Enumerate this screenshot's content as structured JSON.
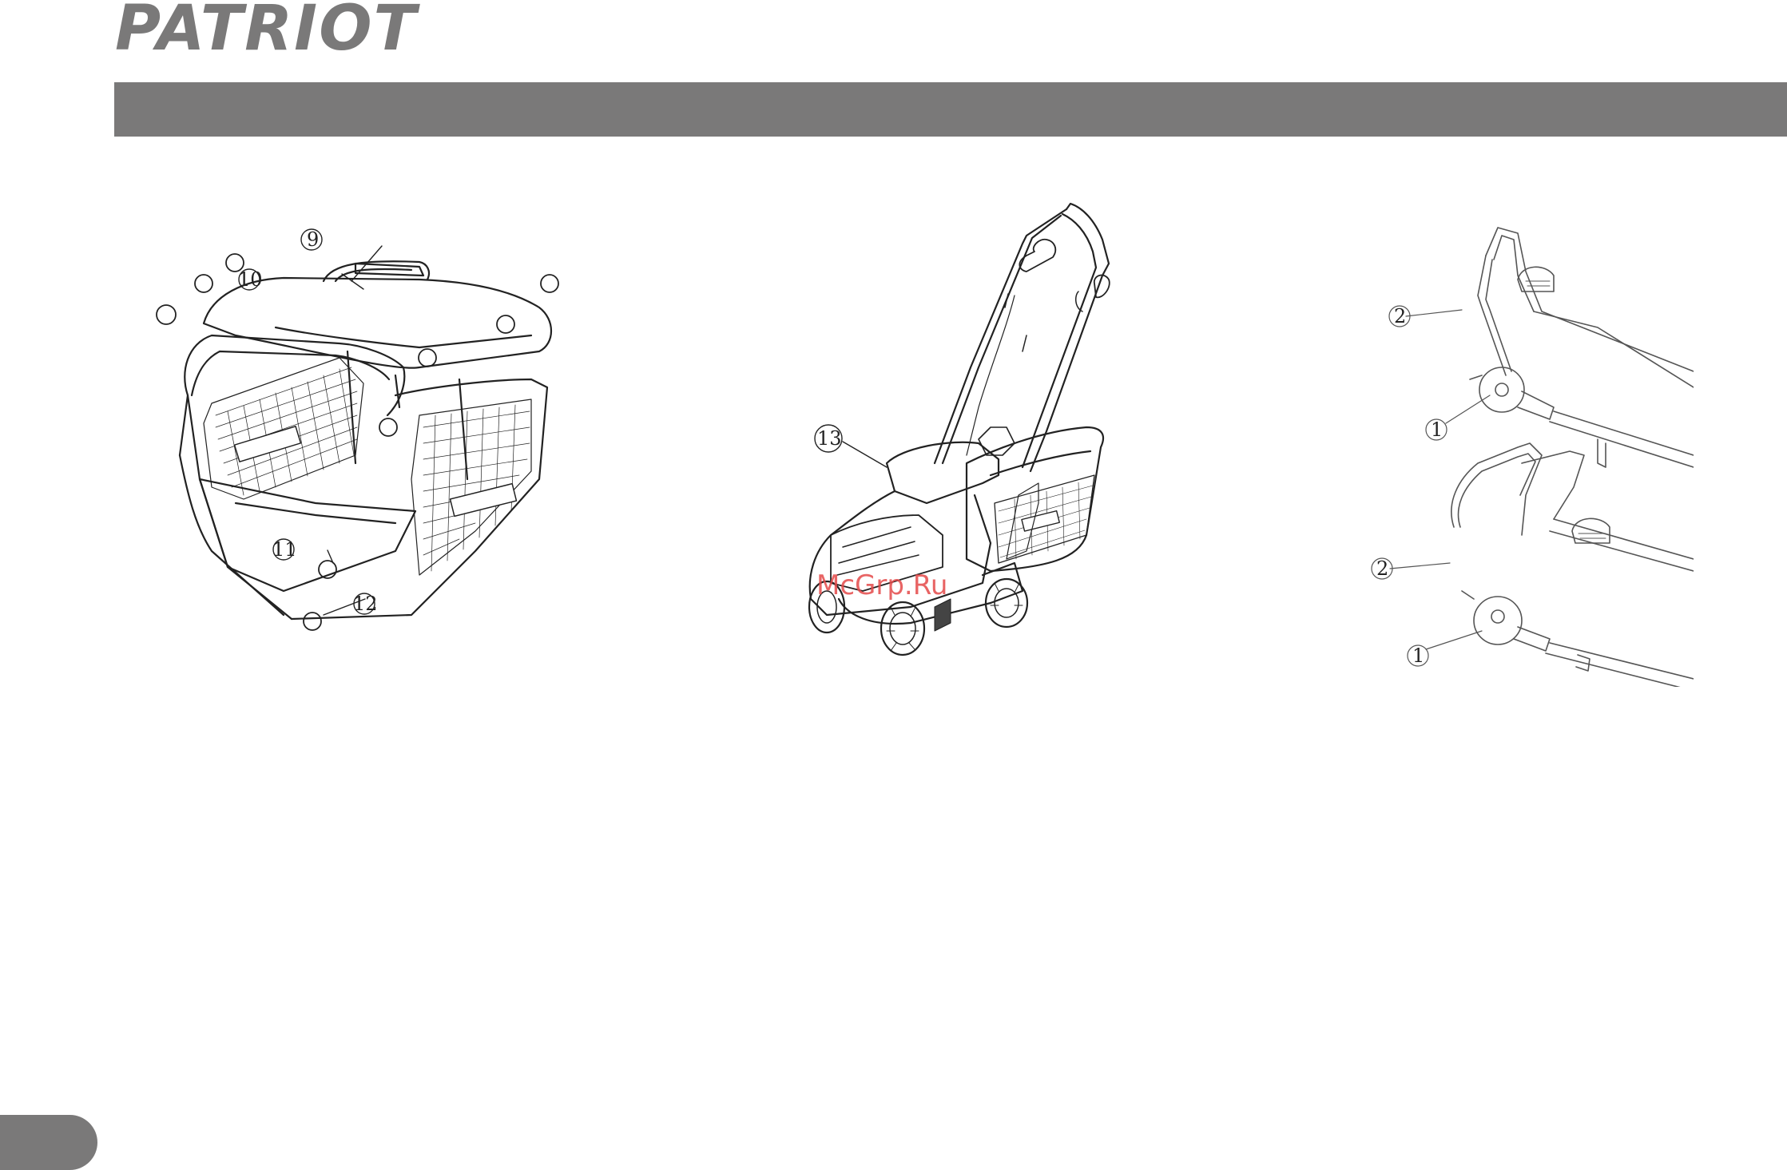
{
  "brand": {
    "name": "PATRIOT"
  },
  "watermark": {
    "text": "McGrp.Ru",
    "color": "#e44a4a"
  },
  "colors": {
    "bar": "#7a7979",
    "line": "#222222"
  },
  "figures": {
    "basket": {
      "callouts": {
        "c9": "9",
        "c10": "10",
        "c11": "11",
        "c12": "12"
      }
    },
    "mower": {
      "callouts": {
        "c13": "13"
      }
    },
    "handle": {
      "callouts": {
        "top_2": "2",
        "top_1": "1",
        "bottom_2": "2",
        "bottom_1": "1"
      }
    }
  }
}
